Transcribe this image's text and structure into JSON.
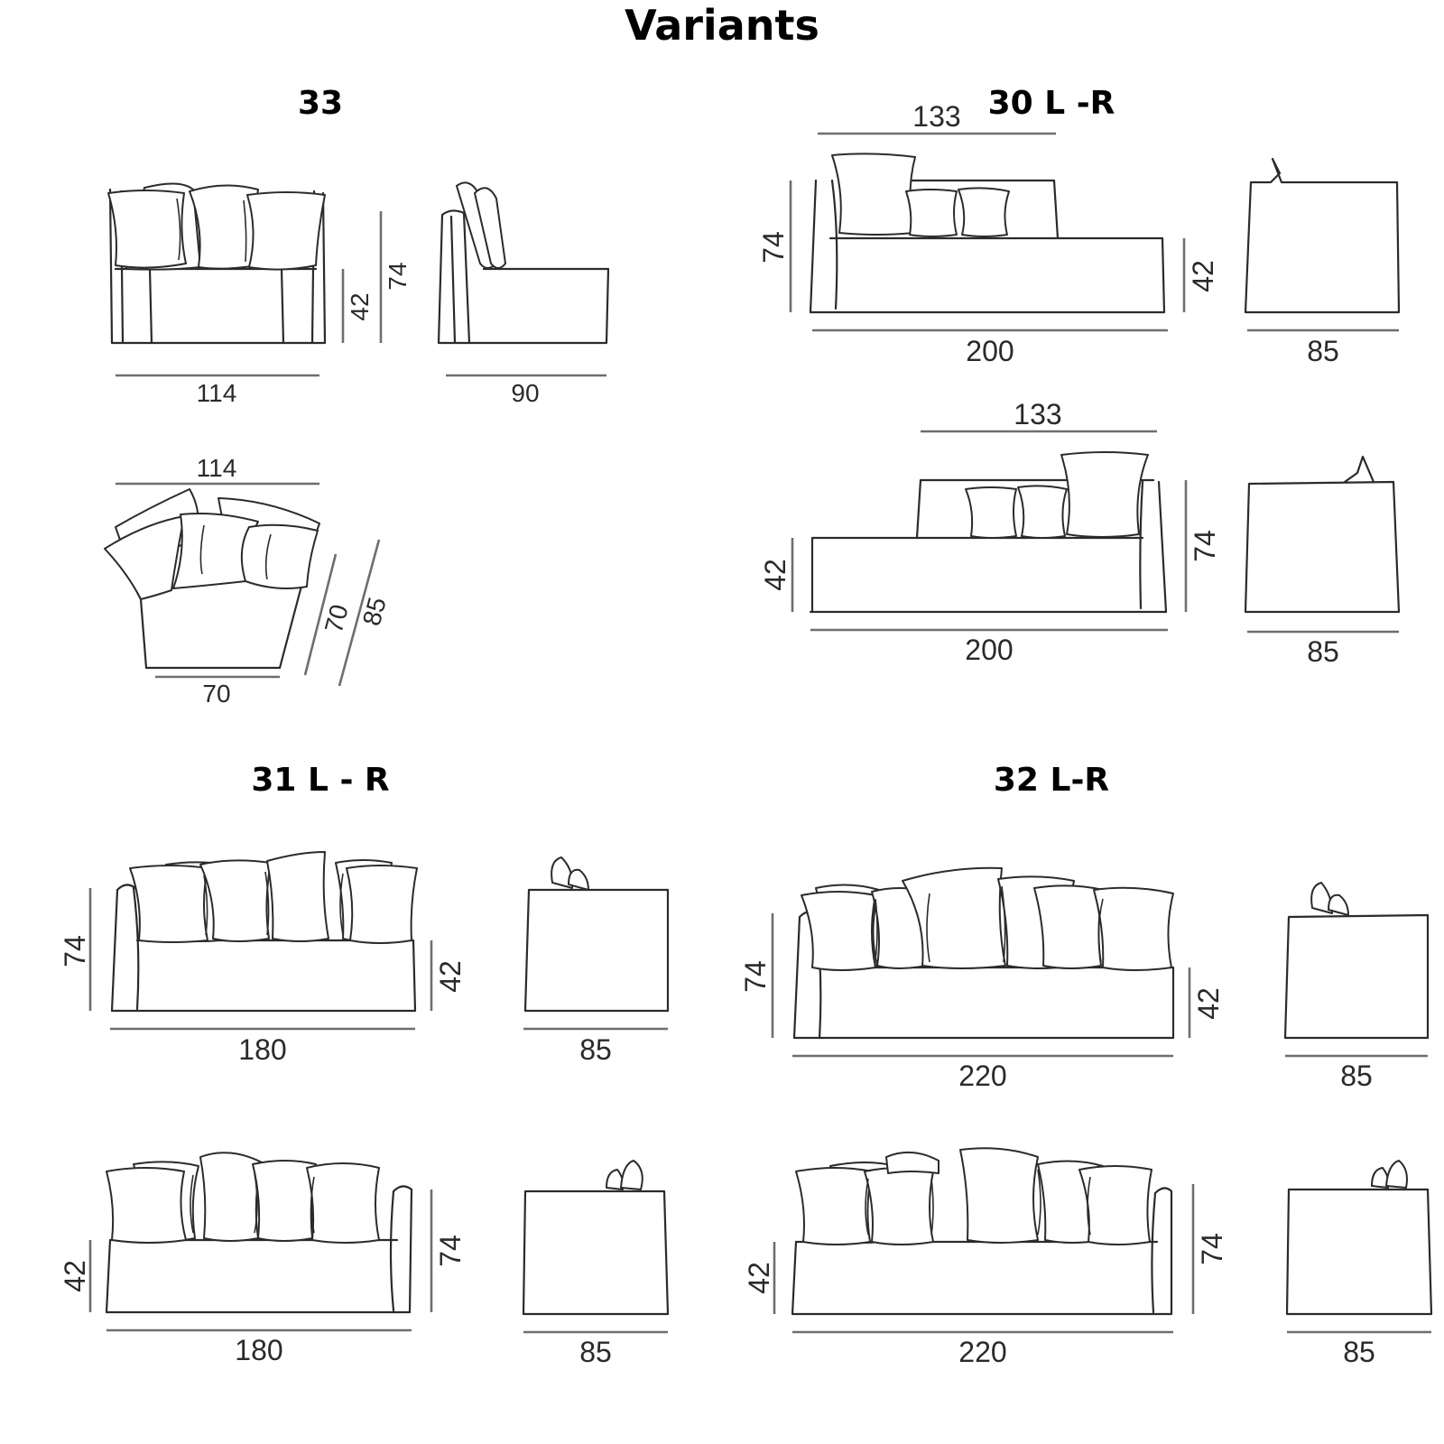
{
  "page": {
    "title": "Variants"
  },
  "variants": {
    "v33": {
      "heading": "33",
      "front": {
        "width": "114",
        "seat_height": "42",
        "height": "74"
      },
      "side": {
        "depth": "90"
      },
      "angled": {
        "top_width": "114",
        "bottom_width": "70",
        "depth_inner": "70",
        "depth_outer": "85"
      }
    },
    "v30": {
      "heading": "30 L -R",
      "left": {
        "back_length": "133",
        "height": "74",
        "seat_height": "42",
        "width": "200",
        "depth": "85"
      },
      "right": {
        "back_length": "133",
        "height": "74",
        "seat_height": "42",
        "width": "200",
        "depth": "85"
      }
    },
    "v31": {
      "heading": "31 L - R",
      "left": {
        "height": "74",
        "seat_height": "42",
        "width": "180",
        "depth": "85"
      },
      "right": {
        "height": "74",
        "seat_height": "42",
        "width": "180",
        "depth": "85"
      }
    },
    "v32": {
      "heading": "32 L-R",
      "left": {
        "height": "74",
        "seat_height": "42",
        "width": "220",
        "depth": "85"
      },
      "right": {
        "height": "74",
        "seat_height": "42",
        "width": "220",
        "depth": "85"
      }
    }
  }
}
